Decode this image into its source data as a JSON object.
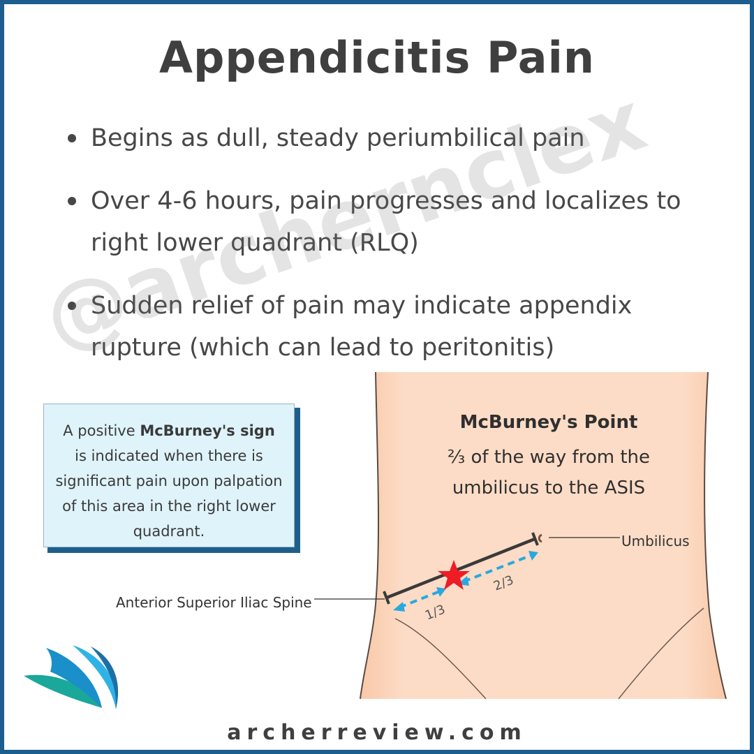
{
  "title": "Appendicitis Pain",
  "bullets": [
    "Begins as dull, steady periumbilical pain",
    "Over 4-6 hours, pain progresses and localizes to right lower quadrant (RLQ)",
    "Sudden relief of pain may indicate appendix rupture (which can lead to peritonitis)"
  ],
  "watermark": "@archernclex",
  "callout": {
    "pre": "A positive ",
    "bold": "McBurney's sign",
    "post": " is indicated when there is significant pain upon palpation of this area in the right lower quadrant."
  },
  "mcburney": {
    "title": "McBurney's Point",
    "description": "⅔ of the way from the umbilicus to the ASIS"
  },
  "labels": {
    "umbilicus": "Umbilicus",
    "asis": "Anterior Superior Iliac Spine",
    "one_third": "1/3",
    "two_third": "2/3"
  },
  "footer": "archerreview.com",
  "colors": {
    "frame": "#1c5e8e",
    "skin": "#fbd8c0",
    "star": "#ee1c25",
    "arrow": "#29a8e0",
    "callout_bg": "#dff3fa"
  }
}
